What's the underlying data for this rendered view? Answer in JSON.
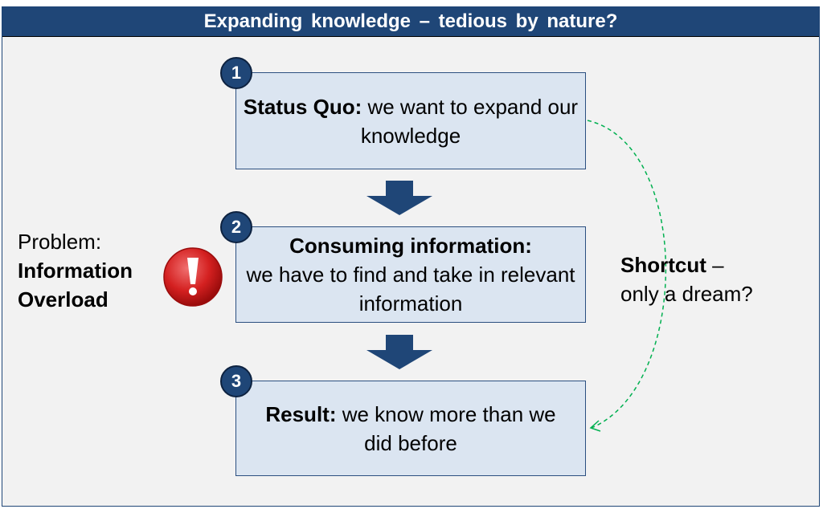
{
  "title": "Expanding knowledge – tedious by nature?",
  "steps": [
    {
      "number": "1",
      "bold": "Status Quo:",
      "text": " we want to expand our knowledge"
    },
    {
      "number": "2",
      "bold": "Consuming information:",
      "text": "we have to find and take in relevant information"
    },
    {
      "number": "3",
      "bold": "Result:",
      "text": " we know more than we did before"
    }
  ],
  "problem": {
    "label": "Problem:",
    "line1": "Information",
    "line2": "Overload",
    "icon": "exclamation-icon"
  },
  "shortcut": {
    "bold": "Shortcut",
    "dash": " –",
    "line2": "only a dream?"
  },
  "colors": {
    "navy": "#1f4677",
    "box": "#dbe5f1",
    "green": "#00b050",
    "red": "#d42020"
  }
}
